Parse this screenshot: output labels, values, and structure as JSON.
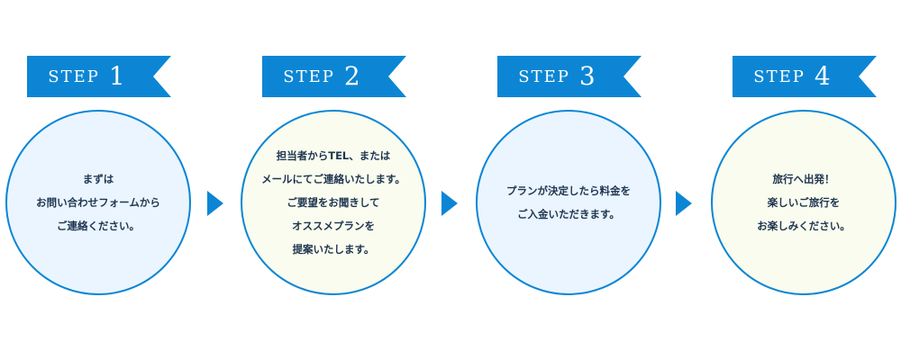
{
  "colors": {
    "accent": "#0c86d4",
    "circle_blue": "#eaf5ff",
    "circle_cream": "#f9fcee",
    "text": "#1f3550"
  },
  "steps": [
    {
      "label": "STEP",
      "number": "1",
      "lines": [
        "まずは",
        "お問い合わせフォームから",
        "ご連絡ください。"
      ]
    },
    {
      "label": "STEP",
      "number": "2",
      "lines": [
        "担当者からTEL、または",
        "メールにてご連絡いたします。",
        "ご要望をお聞きして",
        "オススメプランを",
        "提案いたします。"
      ]
    },
    {
      "label": "STEP",
      "number": "3",
      "lines": [
        "プランが決定したら料金を",
        "ご入金いただきます。"
      ]
    },
    {
      "label": "STEP",
      "number": "4",
      "lines": [
        "旅行へ出発！",
        "楽しいご旅行を",
        "お楽しみください。"
      ]
    }
  ],
  "arrows": [
    "arrow-right-icon",
    "arrow-right-icon",
    "arrow-right-icon"
  ]
}
